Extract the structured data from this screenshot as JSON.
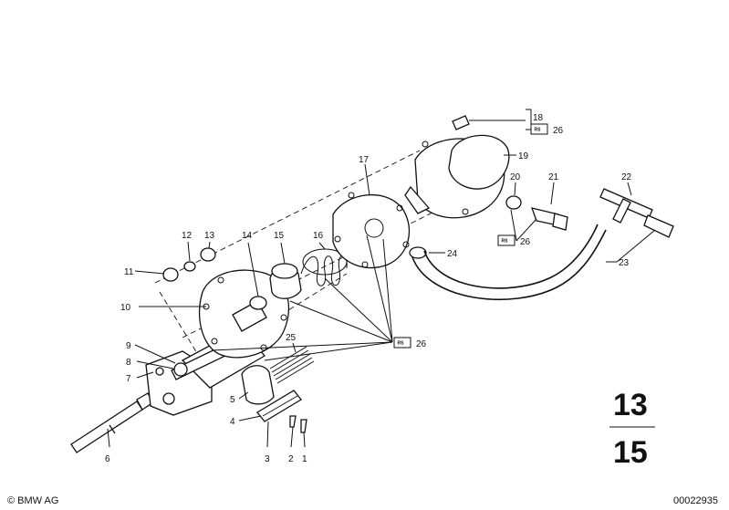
{
  "callouts": {
    "c1": "1",
    "c2": "2",
    "c3": "3",
    "c4": "4",
    "c5": "5",
    "c6": "6",
    "c7": "7",
    "c8": "8",
    "c9": "9",
    "c10": "10",
    "c11": "11",
    "c12": "12",
    "c13": "13",
    "c14": "14",
    "c15": "15",
    "c16": "16",
    "c17": "17",
    "c18": "18",
    "c19": "19",
    "c20": "20",
    "c21": "21",
    "c22": "22",
    "c23": "23",
    "c24": "24",
    "c25": "25",
    "c26a": "26",
    "c26b": "26",
    "c26c": "26"
  },
  "rs_badge": "RS",
  "group": {
    "top": "13",
    "bottom": "15"
  },
  "footer": {
    "copyright": "© BMW AG",
    "diagram_id": "00022935"
  }
}
